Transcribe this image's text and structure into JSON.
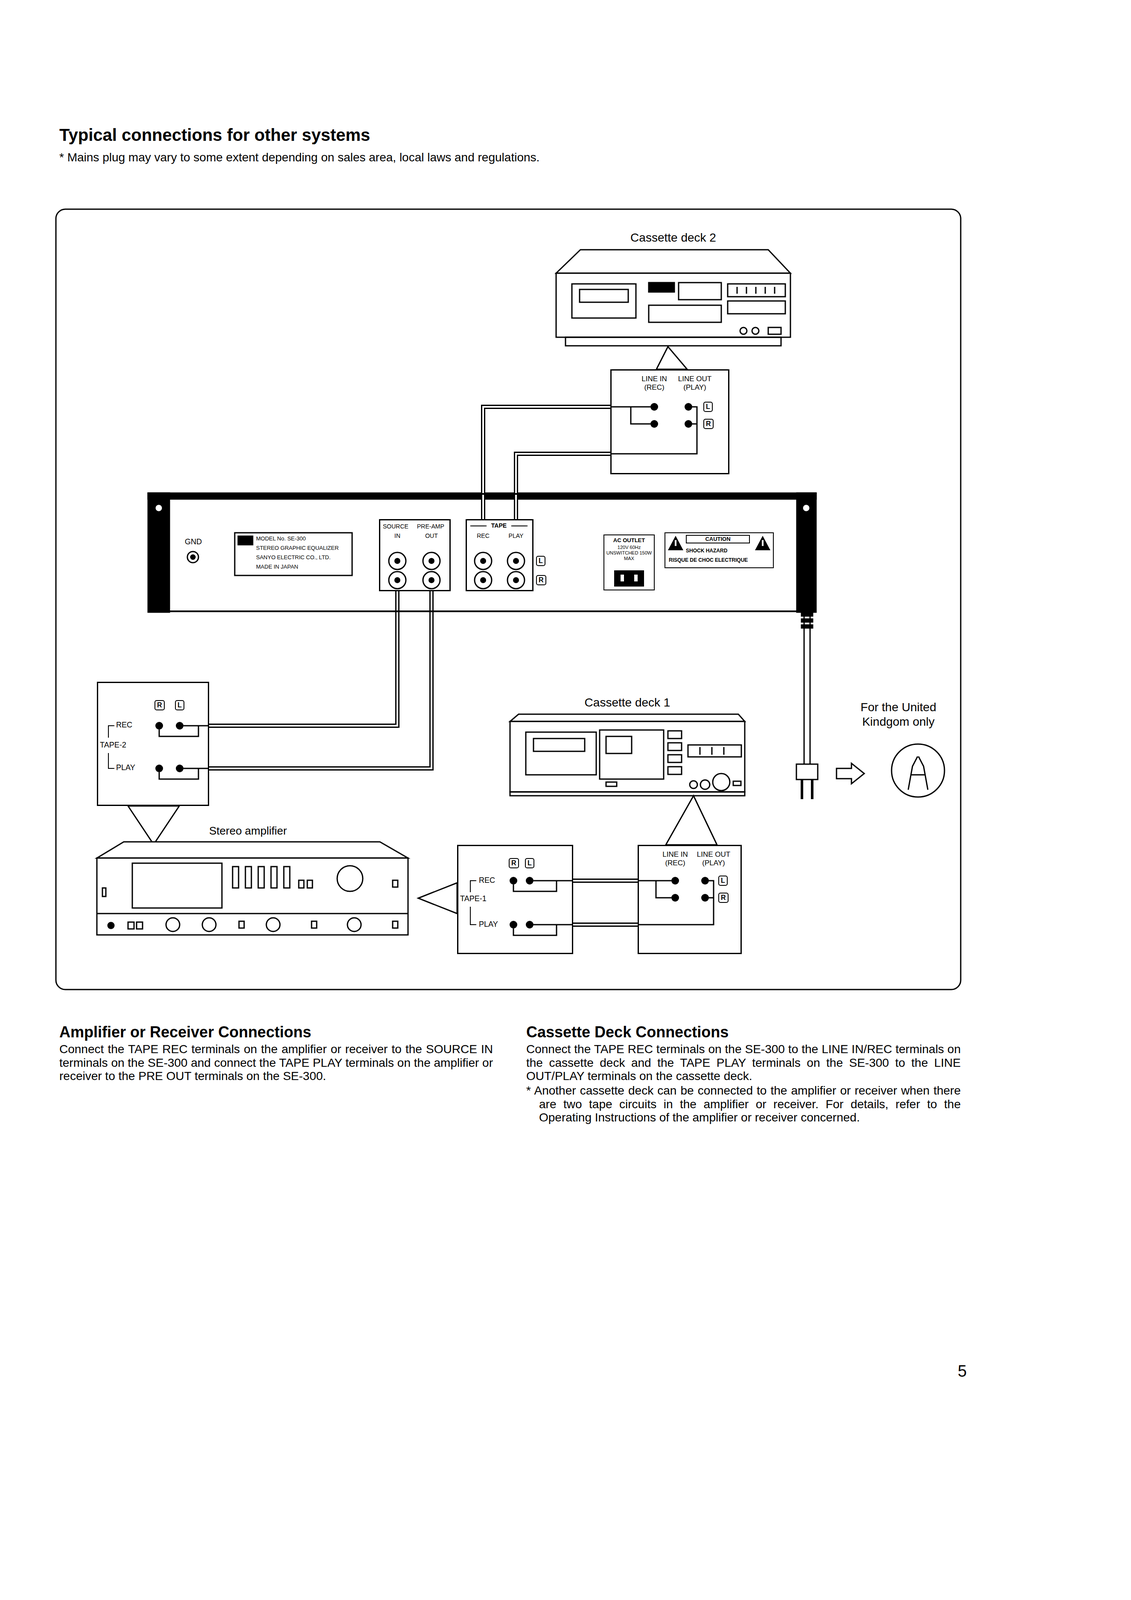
{
  "diagram": {
    "title": "Typical connections for other systems",
    "nodes": [
      {
        "text": [
          "Cassette deck 2"
        ]
      },
      {
        "text": [
          "LINE IN (REC)",
          "LINE OUT (PLAY)"
        ]
      },
      {
        "text": [
          "GND"
        ]
      },
      {
        "text": [
          "SOURCE",
          "PRE-AMP",
          "IN",
          "OUT"
        ],
        "in": 2
      },
      {
        "text": [
          "TAPE",
          "REC",
          "PLAY"
        ],
        "in": 2
      },
      {
        "text": [
          "AC OUTLET",
          "120V 60Hz UNSWITCHED 150W MAX"
        ],
        "in": 2
      },
      {
        "text": [
          "CAUTION",
          "SHOCK HAZARD",
          "RISQUE DE CHOC ELECTRIQUE"
        ],
        "in": 2
      },
      {
        "text": [
          "REC",
          "TAPE-2",
          "PLAY"
        ]
      },
      {
        "text": [
          "Stereo amplifier"
        ]
      },
      {
        "text": [
          "Cassette deck 1"
        ]
      },
      {
        "text": [
          "REC",
          "TAPE-1",
          "PLAY"
        ]
      },
      {
        "text": [
          "LINE IN (REC)",
          "LINE OUT (PLAY)"
        ]
      }
    ],
    "edges": [
      {
        "from": 4,
        "to": 1,
        "arrow": "none"
      },
      {
        "from": 4,
        "to": 1,
        "arrow": "none"
      },
      {
        "from": 3,
        "to": 7,
        "arrow": "none"
      },
      {
        "from": 3,
        "to": 7,
        "arrow": "none"
      },
      {
        "from": 10,
        "to": 11,
        "arrow": "none"
      },
      {
        "from": 10,
        "to": 11,
        "arrow": "none"
      }
    ],
    "labels": [
      "* Mains plug may vary to some extent depending on sales area, local laws and regulations.",
      "L",
      "R",
      "MODEL No. SE-300",
      "STEREO GRAPHIC EQUALIZER",
      "SANYO ELECTRIC CO., LTD.",
      "MADE IN JAPAN",
      "L",
      "R",
      "R",
      "L",
      "R",
      "L",
      "L",
      "R",
      "For the United Kindgom only",
      "Amplifier or Receiver Connections",
      "Connect the TAPE REC terminals on the amplifier or receiver to the SOURCE IN terminals on the SE-300 and connect the TAPE PLAY terminals on the amplifier or receiver to the PRE OUT terminals on the SE-300.",
      "Cassette Deck Connections",
      "Connect the TAPE REC terminals on the SE-300 to the LINE IN/REC terminals on the cassette deck and the TAPE PLAY terminals on the SE-300 to the LINE OUT/PLAY terminals on the cassette deck.",
      "* Another cassette deck can be connected to the amplifier or receiver when there are two tape circuits in the amplifier or receiver. For details, refer to the Operating Instructions of the amplifier or receiver concerned.",
      "5"
    ]
  }
}
